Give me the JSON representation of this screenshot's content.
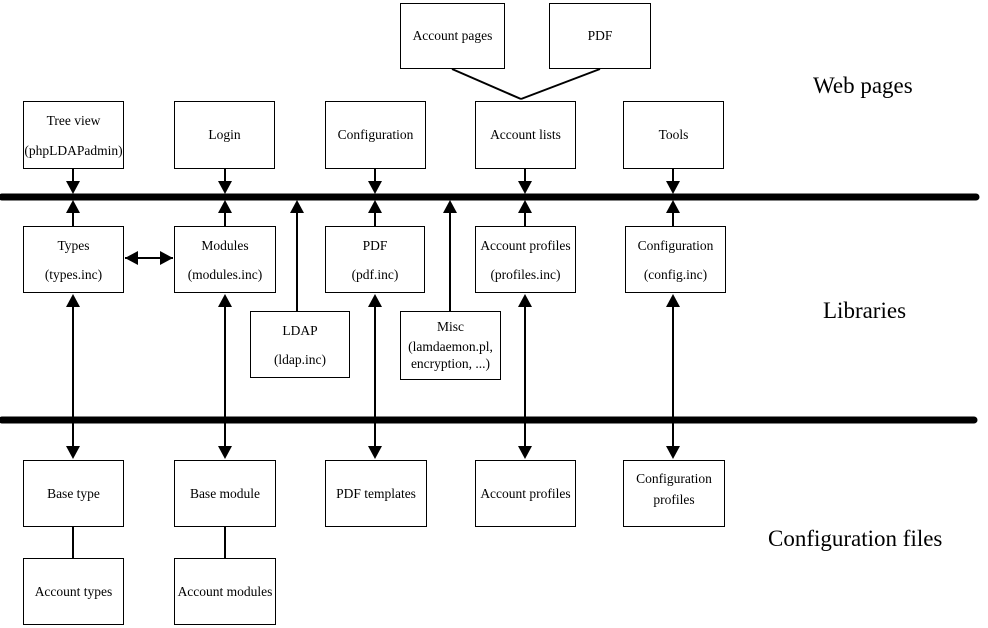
{
  "section_labels": {
    "web_pages": "Web pages",
    "libraries": "Libraries",
    "configuration_files": "Configuration files"
  },
  "boxes": {
    "account_pages": {
      "line1": "Account pages"
    },
    "pdf_page": {
      "line1": "PDF"
    },
    "tree_view": {
      "line1": "Tree view",
      "line2": "(phpLDAPadmin)"
    },
    "login": {
      "line1": "Login"
    },
    "configuration_page": {
      "line1": "Configuration"
    },
    "account_lists": {
      "line1": "Account lists"
    },
    "tools": {
      "line1": "Tools"
    },
    "types": {
      "line1": "Types",
      "line2": "(types.inc)"
    },
    "modules": {
      "line1": "Modules",
      "line2": "(modules.inc)"
    },
    "pdf_lib": {
      "line1": "PDF",
      "line2": "(pdf.inc)"
    },
    "account_profiles_lib": {
      "line1": "Account profiles",
      "line2": "(profiles.inc)"
    },
    "configuration_lib": {
      "line1": "Configuration",
      "line2": "(config.inc)"
    },
    "ldap": {
      "line1": "LDAP",
      "line2": "(ldap.inc)"
    },
    "misc": {
      "line1": "Misc",
      "line2": "(lamdaemon.pl,",
      "line3": "encryption, ...)"
    },
    "base_type": {
      "line1": "Base type"
    },
    "base_module": {
      "line1": "Base module"
    },
    "pdf_templates": {
      "line1": "PDF templates"
    },
    "account_profiles_file": {
      "line1": "Account profiles"
    },
    "configuration_profiles": {
      "line1": "Configuration",
      "line2": "profiles"
    },
    "account_types": {
      "line1": "Account types"
    },
    "account_modules": {
      "line1": "Account modules"
    }
  },
  "colors": {
    "diagram_line": "#000000",
    "box_border": "#000000",
    "background": "#ffffff",
    "text": "#000000"
  }
}
